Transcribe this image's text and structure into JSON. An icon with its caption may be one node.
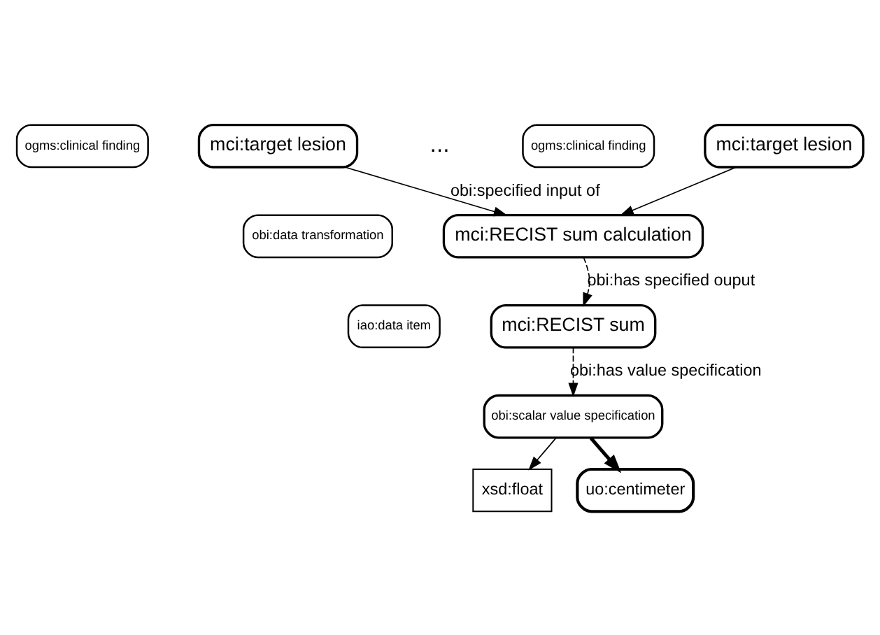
{
  "diagram": {
    "nodes": [
      {
        "text": [
          "ogms:clinical finding"
        ]
      },
      {
        "text": [
          "mci:target lesion"
        ]
      },
      {
        "text": [
          "ogms:clinical finding"
        ]
      },
      {
        "text": [
          "mci:target lesion"
        ]
      },
      {
        "text": [
          "obi:data transformation"
        ]
      },
      {
        "text": [
          "mci:RECIST sum calculation"
        ]
      },
      {
        "text": [
          "iao:data item"
        ]
      },
      {
        "text": [
          "mci:RECIST sum"
        ]
      },
      {
        "text": [
          "obi:scalar value specification"
        ]
      },
      {
        "text": [
          "xsd:float"
        ]
      },
      {
        "text": [
          "uo:centimeter"
        ]
      }
    ],
    "edges": [
      {
        "from": 1,
        "to": 5,
        "arrow": "to",
        "label": "obi:specified input of"
      },
      {
        "from": 3,
        "to": 5,
        "arrow": "to"
      },
      {
        "from": 5,
        "to": 7,
        "arrow": "to",
        "label": "obi:has specified ouput",
        "style": "dashed"
      },
      {
        "from": 7,
        "to": 8,
        "arrow": "to",
        "label": "obi:has value specification",
        "style": "dashed"
      },
      {
        "from": 8,
        "to": 9,
        "arrow": "to"
      },
      {
        "from": 8,
        "to": 10,
        "arrow": "to",
        "style": "thick"
      }
    ],
    "labels": [
      "..."
    ]
  }
}
